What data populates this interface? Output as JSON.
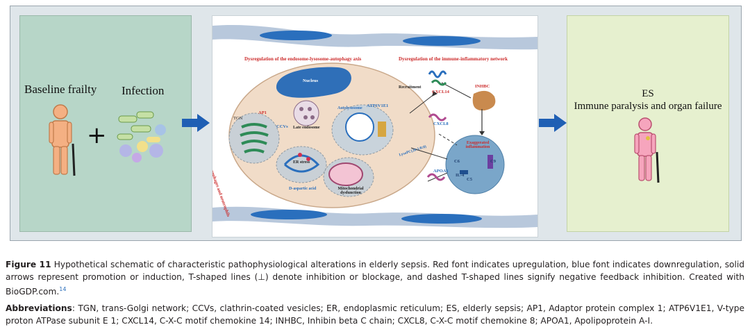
{
  "left_panel": {
    "baseline_label": "Baseline frailty",
    "infection_label": "Infection",
    "plus_symbol": "+"
  },
  "right_panel": {
    "es_label": "ES",
    "outcome_label": "Immune paralysis and organ failure"
  },
  "center": {
    "header_left": "Dysregulation of the endosome-lysosome-autophagy axis",
    "header_right": "Dysregulation of the immune-inflammatory network",
    "nucleus": "Nucleus",
    "tgn": "TGN",
    "ap1": "AP1",
    "ccvs": "CCVs",
    "late_endosome": "Late endosome",
    "autolysosome": "Autolysosome",
    "atp6v1e1": "ATP6V1E1",
    "er_stress": "ER stress",
    "mito": "Mitochondrial dysfunction",
    "d_aspartic": "D-aspartic acid",
    "macrophages": "Macrophages and neutrophils",
    "recruitment": "Recruitment",
    "cxcl14": "CXCL14",
    "inhbc": "INHBC",
    "cxcl8": "CXCL8",
    "lysopc": "LysoPC(20:1/0:0)",
    "apoa1": "APOA1",
    "exaggerated": "Exaggerated inflammation",
    "c6": "C6",
    "c9": "C9",
    "il4": "IL-4",
    "c5": "C5"
  },
  "caption": {
    "figure_label": "Figure 11",
    "figure_text": "Hypothetical schematic of characteristic pathophysiological alterations in elderly sepsis. Red font indicates upregulation, blue font indicates downregulation, solid arrows represent promotion or induction, T-shaped lines (⊥) denote inhibition or blockage, and dashed T-shaped lines signify negative feedback inhibition. Created with BioGDP.com.",
    "reference": "14",
    "abbr_label": "Abbreviations",
    "abbr_text": ": TGN, trans-Golgi network; CCVs, clathrin-coated vesicles; ER, endoplasmic reticulum; ES, elderly sepsis; AP1, Adaptor protein complex 1; ATP6V1E1, V-type proton ATPase subunit E 1; CXCL14, C-X-C motif chemokine 14; INHBC, Inhibin beta C chain; CXCL8, C-X-C motif chemokine 8; APOA1, Apolipoprotein A-I."
  },
  "colors": {
    "arrow_blue": "#1f5fb4",
    "left_panel": "#b7d6c8",
    "right_panel": "#e6f0cf",
    "red_text": "#cc2b2b"
  }
}
